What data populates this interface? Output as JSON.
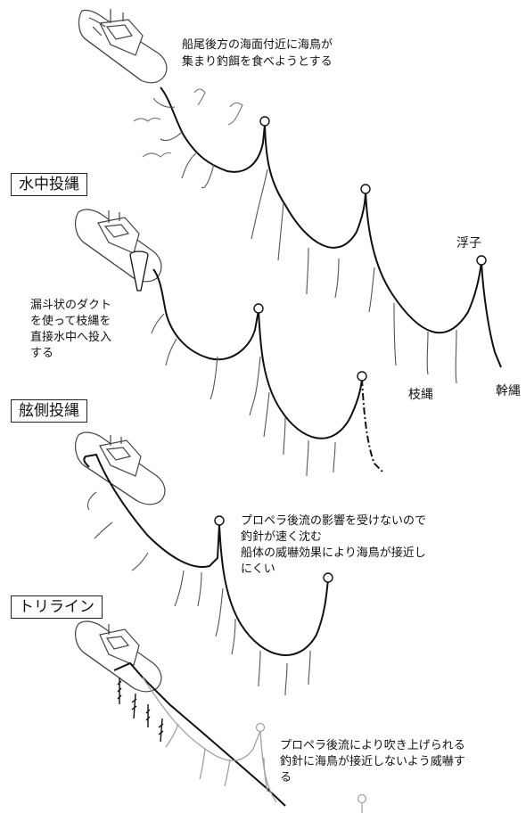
{
  "sections": {
    "top": {
      "annotation": [
        "船尾後方の海面付近に海鳥が",
        "集まり釣餌を食べようとする"
      ]
    },
    "underwater": {
      "title": "水中投縄",
      "annotation": [
        "漏斗状のダクト",
        "を使って枝縄を",
        "直接水中へ投入",
        "する"
      ],
      "labels": {
        "float": "浮子",
        "branch": "枝縄",
        "main": "幹縄"
      }
    },
    "side": {
      "title": "舷側投縄",
      "annotation": [
        "プロペラ後流の影響を受けないので",
        "釣針が速く沈む",
        "船体の威嚇効果により海鳥が接近し",
        "にくい"
      ]
    },
    "toriline": {
      "title": "トリライン",
      "annotation": [
        "プロペラ後流により吹き上げられる",
        "釣針に海鳥が接近しないよう威嚇す",
        "る"
      ]
    }
  },
  "colors": {
    "line": "#111111",
    "faint": "#9a9a9a",
    "background": "#ffffff"
  }
}
